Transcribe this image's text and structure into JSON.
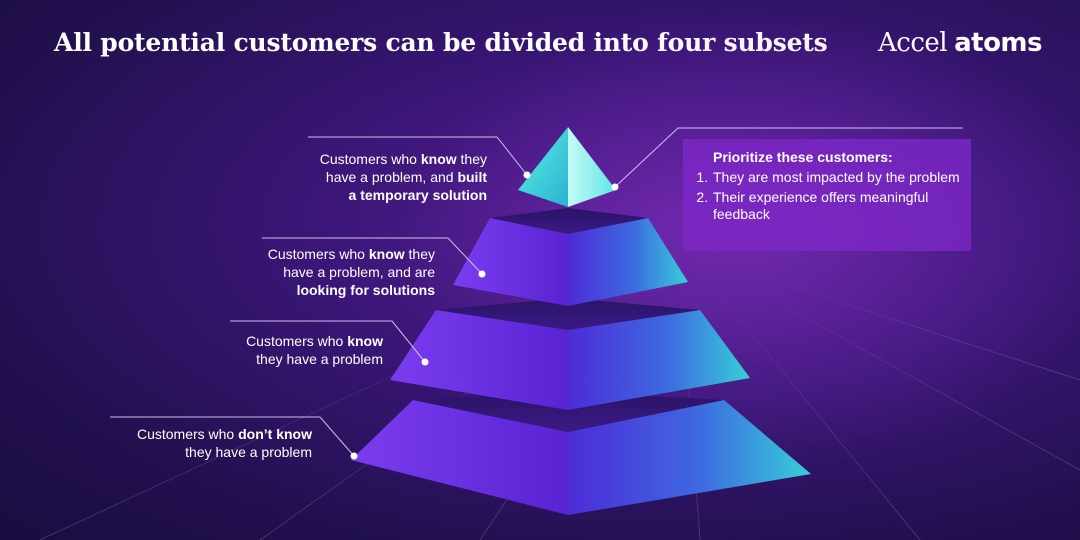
{
  "title": "All potential customers can be divided into four subsets",
  "logo": {
    "brand": "Accel",
    "product": "atoms"
  },
  "colors": {
    "background": "#2a1260",
    "tier_left": "#5b2ad6",
    "tier_right_teal": "#34c9d6",
    "callout_bg": "#7d28c8"
  },
  "tiers": [
    {
      "level": "top",
      "parts": [
        {
          "text": "Customers who ",
          "bold": false
        },
        {
          "text": "know",
          "bold": true
        },
        {
          "text": " they\nhave a problem, and ",
          "bold": false
        },
        {
          "text": "built\na temporary solution",
          "bold": true
        }
      ]
    },
    {
      "level": "second",
      "parts": [
        {
          "text": "Customers who ",
          "bold": false
        },
        {
          "text": "know",
          "bold": true
        },
        {
          "text": " they\nhave a problem, and are\n",
          "bold": false
        },
        {
          "text": "looking for solutions",
          "bold": true
        }
      ]
    },
    {
      "level": "third",
      "parts": [
        {
          "text": "Customers who ",
          "bold": false
        },
        {
          "text": "know",
          "bold": true
        },
        {
          "text": "\nthey have a problem",
          "bold": false
        }
      ]
    },
    {
      "level": "bottom",
      "parts": [
        {
          "text": "Customers who ",
          "bold": false
        },
        {
          "text": "don’t know",
          "bold": true
        },
        {
          "text": "\nthey have a problem",
          "bold": false
        }
      ]
    }
  ],
  "callout": {
    "heading": "Prioritize these customers:",
    "items": [
      "They are most impacted by the problem",
      "Their experience offers meaningful feedback"
    ]
  }
}
